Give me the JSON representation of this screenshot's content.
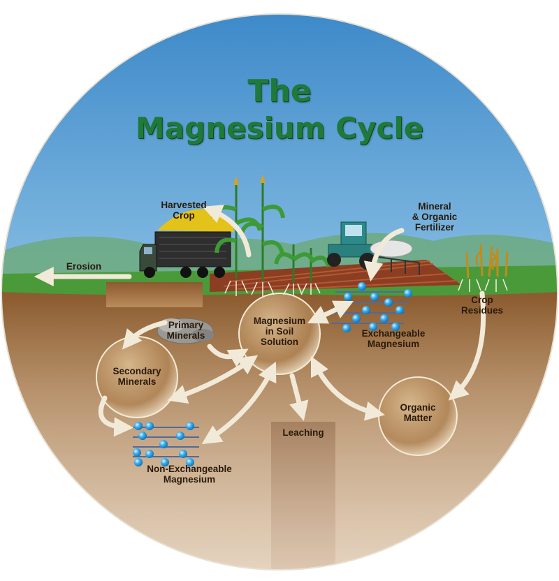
{
  "title": {
    "line1": "The",
    "line2": "Magnesium Cycle"
  },
  "labels": {
    "harvested_crop": [
      "Harvested",
      "Crop"
    ],
    "mineral_fertilizer": [
      "Mineral",
      "& Organic",
      "Fertilizer"
    ],
    "erosion": [
      "Erosion"
    ],
    "crop_residues": [
      "Crop",
      "Residues"
    ],
    "primary_minerals": [
      "Primary",
      "Minerals"
    ],
    "soil_solution": [
      "Magnesium",
      "in Soil",
      "Solution"
    ],
    "exchangeable_mg": [
      "Exchangeable",
      "Magnesium"
    ],
    "secondary_minerals": [
      "Secondary",
      "Minerals"
    ],
    "organic_matter": [
      "Organic",
      "Matter"
    ],
    "leaching": [
      "Leaching"
    ],
    "non_exchangeable_mg": [
      "Non-Exchangeable",
      "Magnesium"
    ]
  },
  "colors": {
    "title_green": "#1f7a3a",
    "sky_top": "#3e8fcf",
    "soil": "#a07346",
    "grass": "#4b9a3a",
    "ion_blue": "#2aa3e6",
    "arrow_cream": "#f2ead9"
  }
}
